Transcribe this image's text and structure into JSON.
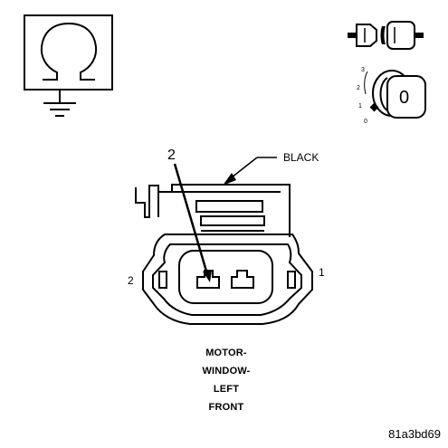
{
  "callout": {
    "color_label": "BLACK",
    "cavity_callout": "2"
  },
  "cavities": {
    "left": "2",
    "right": "1"
  },
  "key_positions": [
    "3",
    "2",
    "1",
    "0"
  ],
  "key_head": "0",
  "caption": {
    "line1": "MOTOR-",
    "line2": "WINDOW-",
    "line3": "LEFT",
    "line4": "FRONT"
  },
  "figure_code": "81a3bd69",
  "icons": [
    "ground-omega-icon",
    "plug-unplugged-icon",
    "ignition-key-icon"
  ],
  "colors": {
    "ink": "#000000",
    "background": "#ffffff"
  }
}
